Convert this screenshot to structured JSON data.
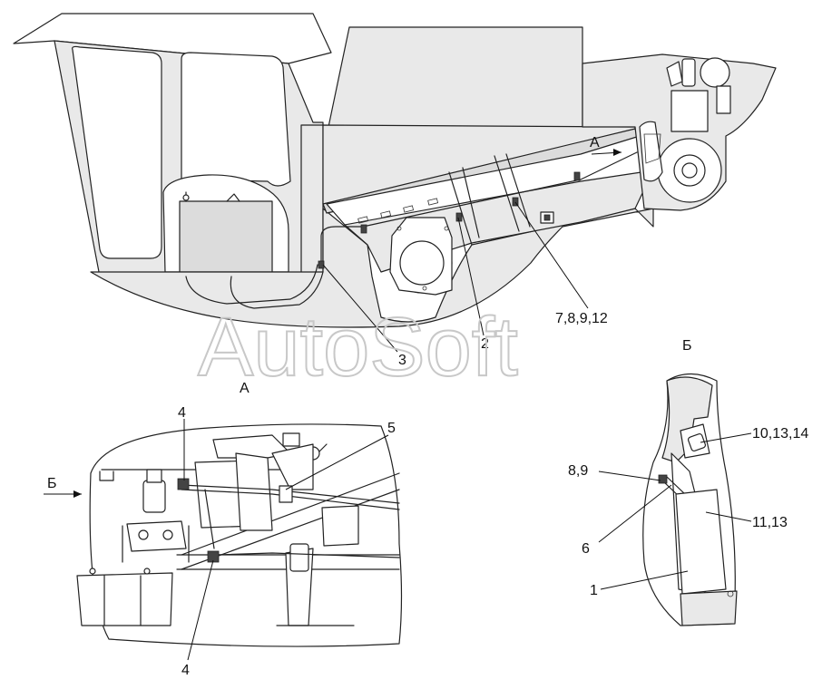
{
  "watermark": "AutoSoft",
  "view_labels": {
    "arrow_a": "А",
    "arrow_b": "Б",
    "view_a": "А",
    "view_b": "Б"
  },
  "callouts": {
    "c1": "1",
    "c2": "2",
    "c3": "3",
    "c4_top": "4",
    "c4_bottom": "4",
    "c5": "5",
    "c6": "6",
    "c7_8_9_12": "7,8,9,12",
    "c8_9": "8,9",
    "c10_13_14": "10,13,14",
    "c11_13": "11,13"
  }
}
